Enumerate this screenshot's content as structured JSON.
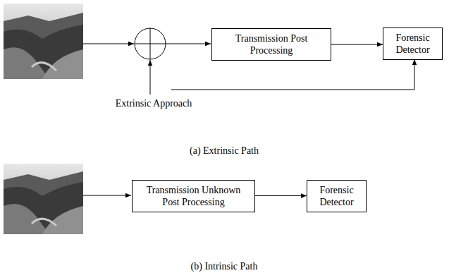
{
  "diagram": {
    "nodes": [
      {
        "text": [
          "Transmission Post Processing"
        ]
      },
      {
        "text": [
          "Forensic Detector"
        ]
      },
      {
        "text": [
          "Transmission Unknown Post Processing"
        ]
      },
      {
        "text": [
          "Forensic Detector"
        ]
      }
    ],
    "edges": [
      {
        "from": 0,
        "to": 1,
        "arrow": "to"
      },
      {
        "from": 2,
        "to": 3,
        "arrow": "to"
      }
    ],
    "labels": [
      "Extrinsic Approach",
      "(a) Extrinsic Path",
      "(b) Intrinsic Path"
    ]
  }
}
